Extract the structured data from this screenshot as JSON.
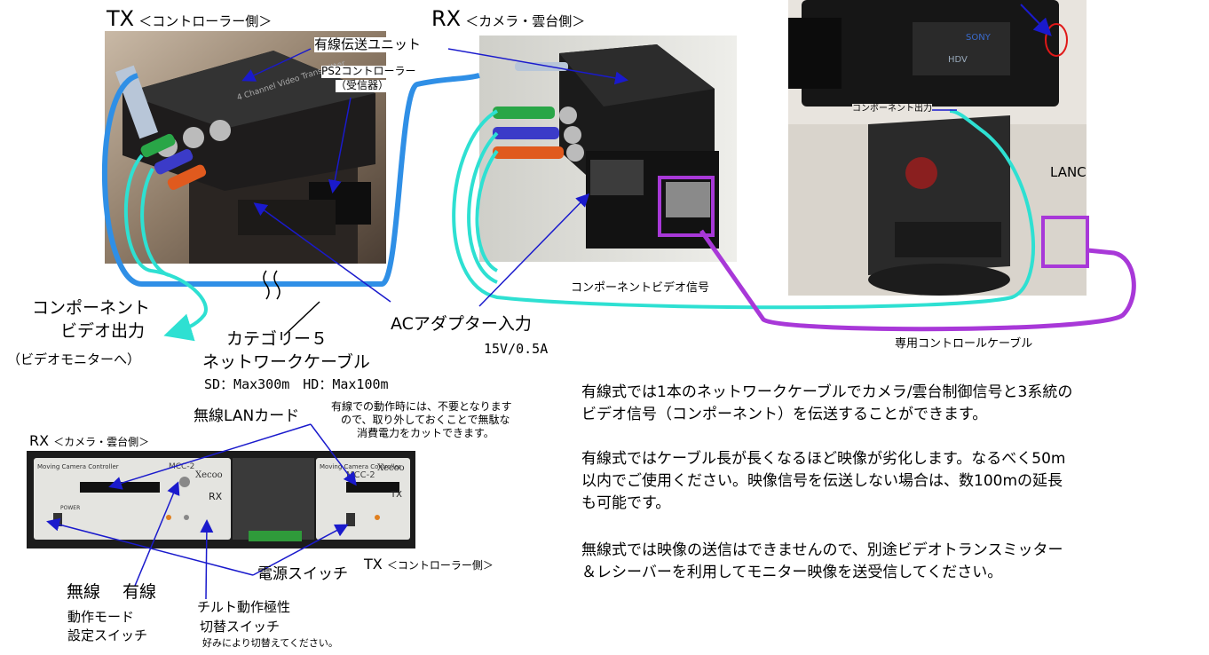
{
  "tx_top": {
    "title": "TX",
    "side": "＜コントローラー側＞"
  },
  "rx_top": {
    "title": "RX",
    "side": "＜カメラ・雲台側＞"
  },
  "labels": {
    "wired_unit": "有線伝送ユニット",
    "ps2_controller": "PS2コントローラー",
    "ps2_receiver": "（受信器）",
    "component_out_cam": "コンポーネント出力",
    "lanc": "LANC",
    "component_video_signal": "コンポーネントビデオ信号",
    "dedicated_cable": "専用コントロールケーブル",
    "component_video_out_1": "コンポーネント",
    "component_video_out_2": "ビデオ出力",
    "to_monitor": "（ビデオモニターへ）",
    "category5_1": "カテゴリー５",
    "category5_2": "ネットワークケーブル",
    "cable_length": "SD：Max300m　HD：Max100m",
    "ac_adapter": "ACアダプター入力",
    "ac_spec": "15V/0.5A",
    "wireless_lan": "無線LANカード",
    "lan_note_1": "有線での動作時には、不要となります",
    "lan_note_2": "ので、取り外しておくことで無駄な",
    "lan_note_3": "消費電力をカットできます。",
    "power_switch": "電源スイッチ",
    "wireless": "無線",
    "wired": "有線",
    "mode_switch_1": "動作モード",
    "mode_switch_2": "設定スイッチ",
    "tilt_1": "チルト動作極性",
    "tilt_2": "切替スイッチ",
    "tilt_3": "好みにより切替えてください。"
  },
  "rx_bottom": {
    "title": "RX",
    "side": "＜カメラ・雲台側＞"
  },
  "tx_bottom": {
    "title": "TX",
    "side": "＜コントローラー側＞"
  },
  "device_text": {
    "rx_panel_name": "Moving Camera Controller",
    "rx_model": "MCC-2",
    "rx_brand": "Xecoo",
    "rx_badge": "RX",
    "rx_power": "POWER",
    "tx_panel_name": "Moving Camera Controller",
    "tx_model": "MCC-2",
    "tx_brand": "Xecoo",
    "tx_badge": "TX"
  },
  "notes": {
    "p1": "有線式では1本のネットワークケーブルでカメラ/雲台制御信号と3系統の\nビデオ信号（コンポーネント）を伝送することができます。",
    "p2": "有線式ではケーブル長が長くなるほど映像が劣化します。なるべく50m\n以内でご使用ください。映像信号を伝送しない場合は、数100mの延長\nも可能です。",
    "p3": "無線式では映像の送信はできませんので、別途ビデオトランスミッター\n＆レシーバーを利用してモニター映像を送受信してください。"
  },
  "colors": {
    "blue_cable": "#2f8fe6",
    "cyan_cable": "#2ee0d2",
    "purple_cable": "#a838d8",
    "arrow": "#1a1acc"
  }
}
